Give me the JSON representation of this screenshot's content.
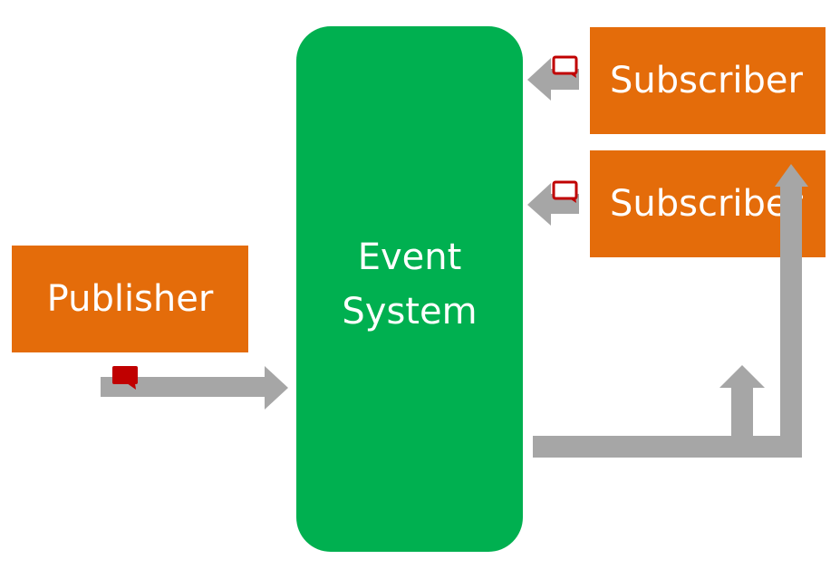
{
  "publisher": {
    "label": "Publisher"
  },
  "event_system": {
    "line1": "Event",
    "line2": "System"
  },
  "subscribers": [
    {
      "label": "Subscriber"
    },
    {
      "label": "Subscriber"
    }
  ],
  "colors": {
    "box_orange": "#e46c0a",
    "event_green": "#00b050",
    "arrow_gray": "#a6a6a6",
    "message_red": "#c00000"
  },
  "icons": {
    "message": "message-icon"
  }
}
